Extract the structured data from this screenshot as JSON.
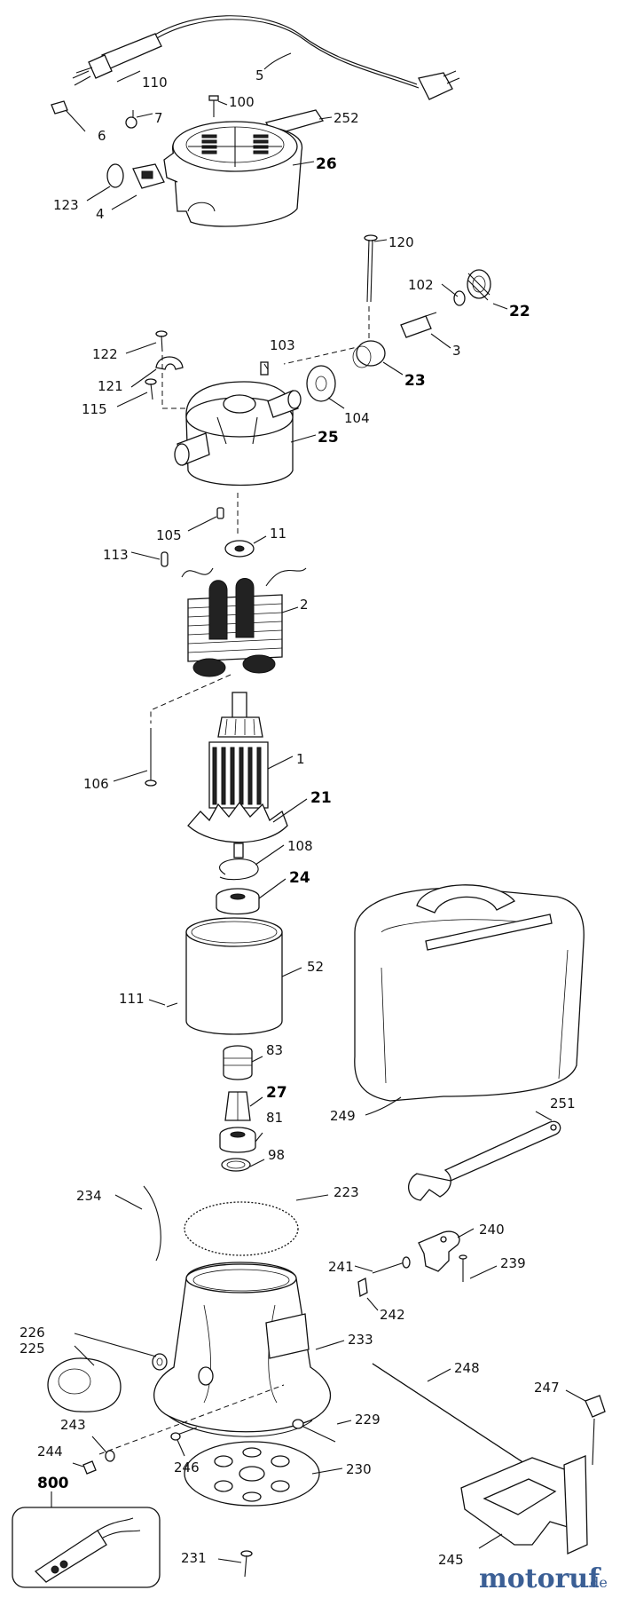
{
  "parts": [
    {
      "num": "110",
      "bold": false
    },
    {
      "num": "5",
      "bold": false
    },
    {
      "num": "100",
      "bold": false
    },
    {
      "num": "252",
      "bold": false
    },
    {
      "num": "6",
      "bold": false
    },
    {
      "num": "7",
      "bold": false
    },
    {
      "num": "26",
      "bold": true
    },
    {
      "num": "123",
      "bold": false
    },
    {
      "num": "4",
      "bold": false
    },
    {
      "num": "120",
      "bold": false
    },
    {
      "num": "102",
      "bold": false
    },
    {
      "num": "22",
      "bold": true
    },
    {
      "num": "3",
      "bold": false
    },
    {
      "num": "122",
      "bold": false
    },
    {
      "num": "103",
      "bold": false
    },
    {
      "num": "121",
      "bold": false
    },
    {
      "num": "23",
      "bold": true
    },
    {
      "num": "115",
      "bold": false
    },
    {
      "num": "104",
      "bold": false
    },
    {
      "num": "25",
      "bold": true
    },
    {
      "num": "105",
      "bold": false
    },
    {
      "num": "11",
      "bold": false
    },
    {
      "num": "113",
      "bold": false
    },
    {
      "num": "2",
      "bold": false
    },
    {
      "num": "1",
      "bold": false
    },
    {
      "num": "106",
      "bold": false
    },
    {
      "num": "21",
      "bold": true
    },
    {
      "num": "108",
      "bold": false
    },
    {
      "num": "24",
      "bold": true
    },
    {
      "num": "52",
      "bold": false
    },
    {
      "num": "111",
      "bold": false
    },
    {
      "num": "83",
      "bold": false
    },
    {
      "num": "27",
      "bold": true
    },
    {
      "num": "81",
      "bold": false
    },
    {
      "num": "249",
      "bold": false
    },
    {
      "num": "251",
      "bold": false
    },
    {
      "num": "98",
      "bold": false
    },
    {
      "num": "234",
      "bold": false
    },
    {
      "num": "223",
      "bold": false
    },
    {
      "num": "240",
      "bold": false
    },
    {
      "num": "241",
      "bold": false
    },
    {
      "num": "239",
      "bold": false
    },
    {
      "num": "226",
      "bold": false
    },
    {
      "num": "225",
      "bold": false
    },
    {
      "num": "242",
      "bold": false
    },
    {
      "num": "233",
      "bold": false
    },
    {
      "num": "248",
      "bold": false
    },
    {
      "num": "247",
      "bold": false
    },
    {
      "num": "243",
      "bold": false
    },
    {
      "num": "229",
      "bold": false
    },
    {
      "num": "244",
      "bold": false
    },
    {
      "num": "246",
      "bold": false
    },
    {
      "num": "230",
      "bold": false
    },
    {
      "num": "800",
      "bold": true
    },
    {
      "num": "231",
      "bold": false
    },
    {
      "num": "245",
      "bold": false
    }
  ],
  "watermark": {
    "name": "motoruf",
    "domain": ".de"
  }
}
